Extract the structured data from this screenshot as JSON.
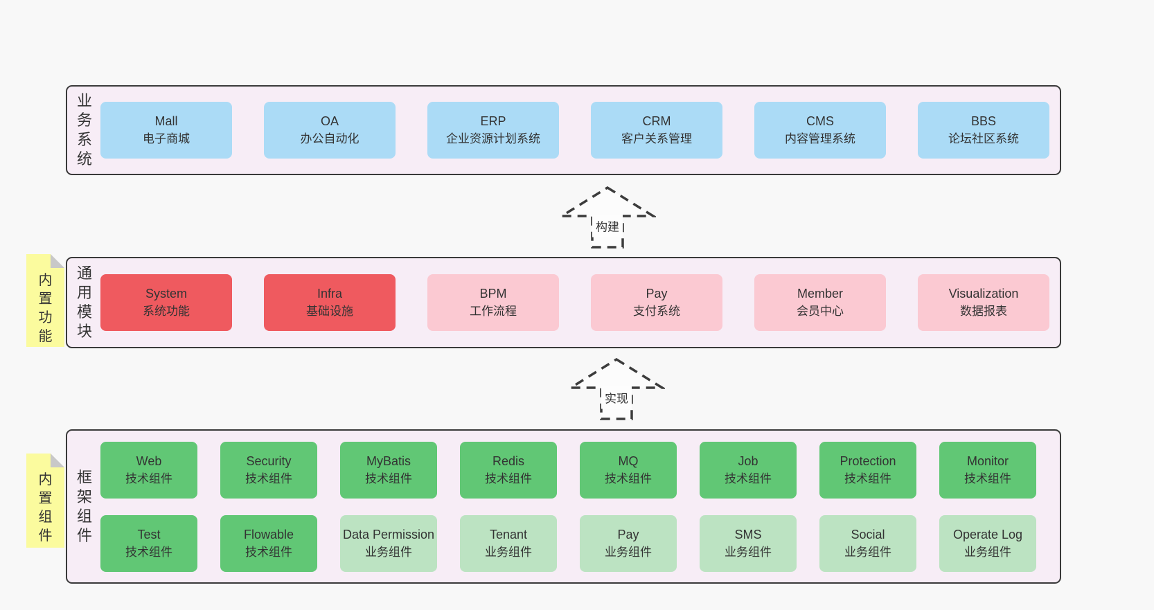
{
  "palette": {
    "page_bg": "#F8F8F8",
    "panel_bg": "#F7EDF6",
    "panel_border": "#3A3A3A",
    "blue_box": "#ABDBF6",
    "red_box": "#EF5A5F",
    "pink_box": "#FBC9D2",
    "green_box": "#61C775",
    "light_green_box": "#BCE3C2",
    "note_yellow": "#FBFB9E",
    "note_fold_gray": "#C8C8C8",
    "text": "#333333"
  },
  "panels": {
    "business": {
      "label": "业务系统",
      "boxes": [
        {
          "name": "Mall",
          "desc": "电子商城"
        },
        {
          "name": "OA",
          "desc": "办公自动化"
        },
        {
          "name": "ERP",
          "desc": "企业资源计划系统"
        },
        {
          "name": "CRM",
          "desc": "客户关系管理"
        },
        {
          "name": "CMS",
          "desc": "内容管理系统"
        },
        {
          "name": "BBS",
          "desc": "论坛社区系统"
        }
      ]
    },
    "modules": {
      "label": "通用模块",
      "note": "内置功能",
      "boxes": [
        {
          "name": "System",
          "desc": "系统功能"
        },
        {
          "name": "Infra",
          "desc": "基础设施"
        },
        {
          "name": "BPM",
          "desc": "工作流程"
        },
        {
          "name": "Pay",
          "desc": "支付系统"
        },
        {
          "name": "Member",
          "desc": "会员中心"
        },
        {
          "name": "Visualization",
          "desc": "数据报表"
        }
      ]
    },
    "framework": {
      "label": "框架组件",
      "note": "内置组件",
      "boxes_row1": [
        {
          "name": "Web",
          "desc": "技术组件"
        },
        {
          "name": "Security",
          "desc": "技术组件"
        },
        {
          "name": "MyBatis",
          "desc": "技术组件"
        },
        {
          "name": "Redis",
          "desc": "技术组件"
        },
        {
          "name": "MQ",
          "desc": "技术组件"
        },
        {
          "name": "Job",
          "desc": "技术组件"
        },
        {
          "name": "Protection",
          "desc": "技术组件"
        },
        {
          "name": "Monitor",
          "desc": "技术组件"
        }
      ],
      "boxes_row2": [
        {
          "name": "Test",
          "desc": "技术组件"
        },
        {
          "name": "Flowable",
          "desc": "技术组件"
        },
        {
          "name": "Data Permission",
          "desc": "业务组件"
        },
        {
          "name": "Tenant",
          "desc": "业务组件"
        },
        {
          "name": "Pay",
          "desc": "业务组件"
        },
        {
          "name": "SMS",
          "desc": "业务组件"
        },
        {
          "name": "Social",
          "desc": "业务组件"
        },
        {
          "name": "Operate Log",
          "desc": "业务组件"
        }
      ]
    }
  },
  "arrows": {
    "build": {
      "label": "构建"
    },
    "implement": {
      "label": "实现"
    }
  }
}
